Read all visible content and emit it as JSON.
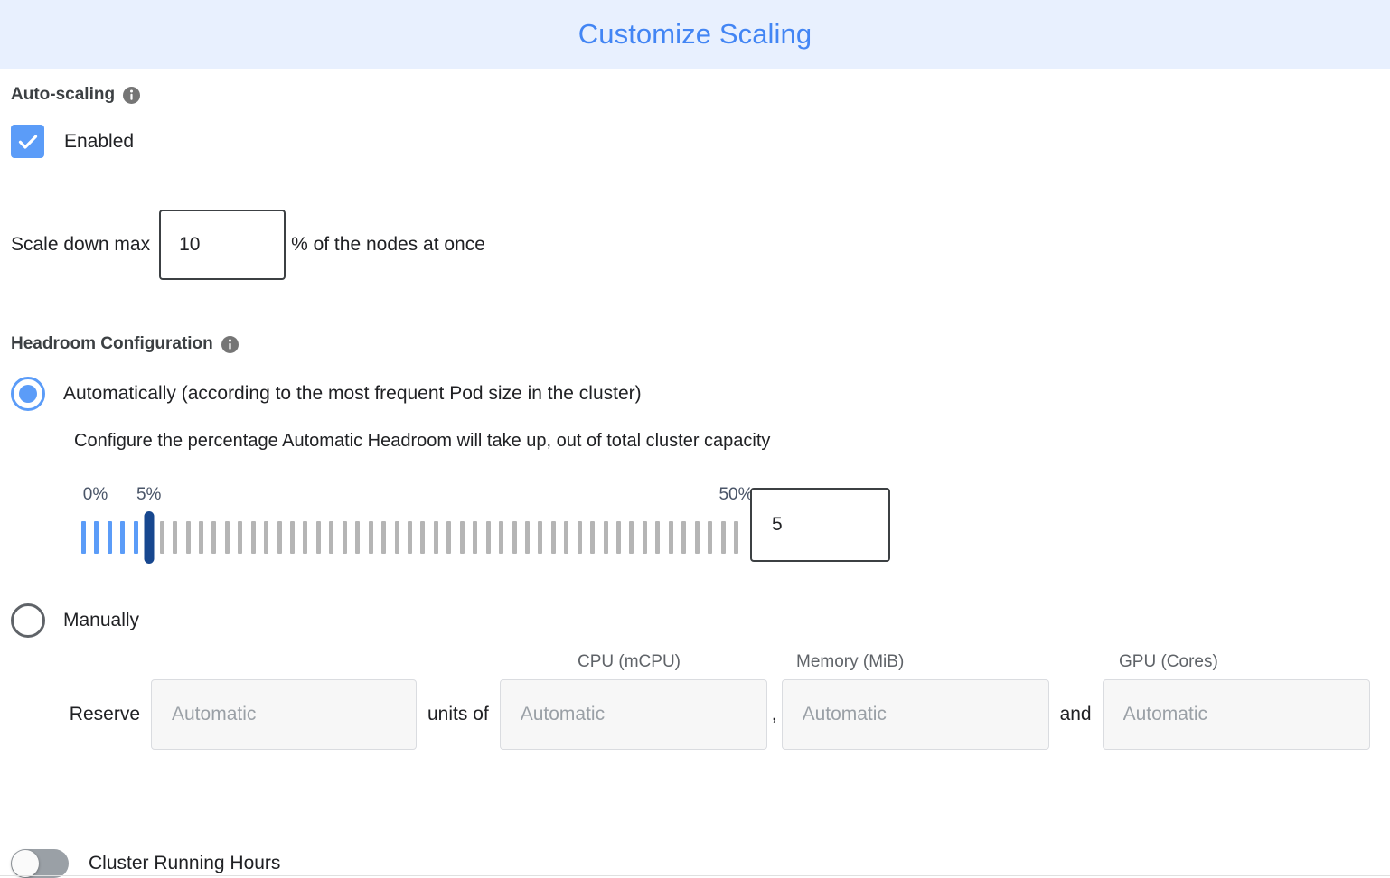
{
  "header": {
    "title": "Customize Scaling",
    "title_color": "#4285f4",
    "background_color": "#e8f0fe"
  },
  "autoscaling": {
    "section_label": "Auto-scaling",
    "info_icon": "info-icon",
    "enabled_label": "Enabled",
    "enabled_checked": true,
    "checkbox_color": "#5b9cf8",
    "scale_down": {
      "prefix_label": "Scale down max",
      "value": "10",
      "placeholder": "",
      "suffix_label": "% of the nodes at once"
    }
  },
  "headroom": {
    "section_label": "Headroom Configuration",
    "info_icon": "info-icon",
    "options": [
      {
        "id": "automatic",
        "label": "Automatically (according to the most frequent Pod size in the cluster)",
        "description": "Configure the percentage Automatic Headroom will take up, out of total cluster capacity",
        "selected": true
      },
      {
        "id": "manual",
        "label": "Manually",
        "selected": false
      }
    ],
    "slider": {
      "min_label": "0%",
      "current_label": "5%",
      "max_label": "50%",
      "min": 0,
      "max": 50,
      "value": 5,
      "tick_count": 51,
      "filled_color": "#5b9cf8",
      "track_color": "#b5b5b5",
      "thumb_color": "#17478f",
      "label_color": "#4a5568",
      "value_input": "5"
    },
    "manual_reserve": {
      "reserve_label": "Reserve",
      "units_of_label": "units of",
      "comma_label": ",",
      "and_label": "and",
      "fields": [
        {
          "name": "units",
          "header": "",
          "value": "",
          "placeholder": "Automatic"
        },
        {
          "name": "cpu",
          "header": "CPU (mCPU)",
          "value": "",
          "placeholder": "Automatic"
        },
        {
          "name": "memory",
          "header": "Memory (MiB)",
          "value": "",
          "placeholder": "Automatic"
        },
        {
          "name": "gpu",
          "header": "GPU (Cores)",
          "value": "",
          "placeholder": "Automatic"
        }
      ]
    }
  },
  "cluster_running_hours": {
    "label": "Cluster Running Hours",
    "enabled": false
  }
}
